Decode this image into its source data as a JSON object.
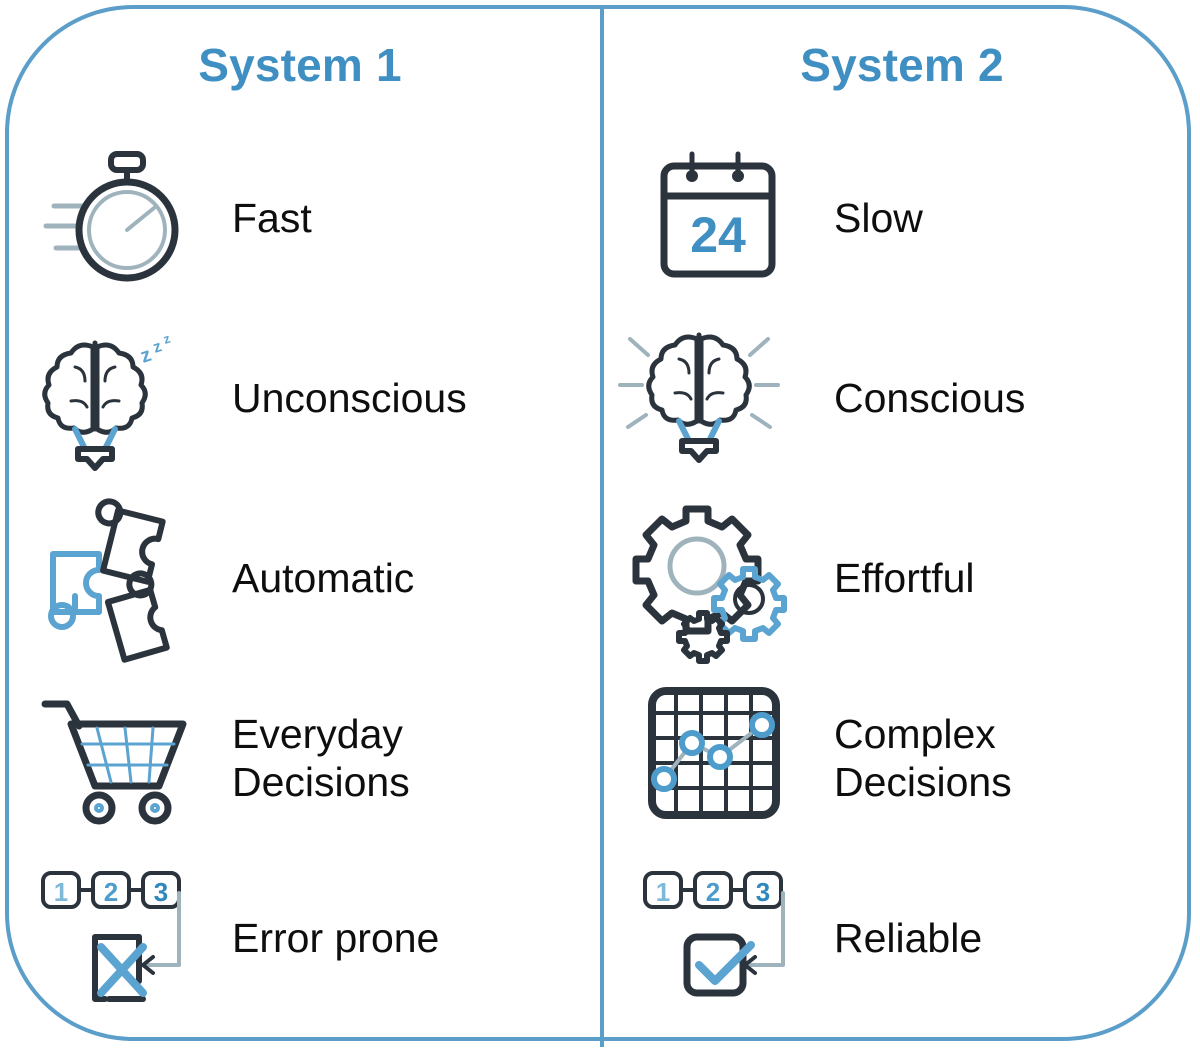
{
  "diagram": {
    "title_implicit": "Dual Process Theory comparison",
    "accent_color": "#3f8fc2",
    "border_color": "#5b9ec9",
    "ink_color": "#2b333d",
    "text_color": "#0e0e0e"
  },
  "columns": [
    {
      "id": "system-1",
      "title": "System 1",
      "rows": [
        {
          "icon": "stopwatch-icon",
          "label_line1": "Fast",
          "label_line2": ""
        },
        {
          "icon": "brain-bulb-sleep-icon",
          "label_line1": "Unconscious",
          "label_line2": ""
        },
        {
          "icon": "puzzle-refresh-icon",
          "label_line1": "Automatic",
          "label_line2": ""
        },
        {
          "icon": "shopping-cart-icon",
          "label_line1": "Everyday",
          "label_line2": "Decisions"
        },
        {
          "icon": "steps-error-icon",
          "label_line1": "Error prone",
          "label_line2": ""
        }
      ]
    },
    {
      "id": "system-2",
      "title": "System 2",
      "rows": [
        {
          "icon": "calendar-icon",
          "label_line1": "Slow",
          "label_line2": "",
          "calendar_day": "24"
        },
        {
          "icon": "brain-bulb-rays-icon",
          "label_line1": "Conscious",
          "label_line2": ""
        },
        {
          "icon": "gears-icon",
          "label_line1": "Effortful",
          "label_line2": ""
        },
        {
          "icon": "line-chart-grid-icon",
          "label_line1": "Complex",
          "label_line2": "Decisions"
        },
        {
          "icon": "steps-check-icon",
          "label_line1": "Reliable",
          "label_line2": ""
        }
      ]
    }
  ],
  "step_numbers": [
    "1",
    "2",
    "3"
  ]
}
